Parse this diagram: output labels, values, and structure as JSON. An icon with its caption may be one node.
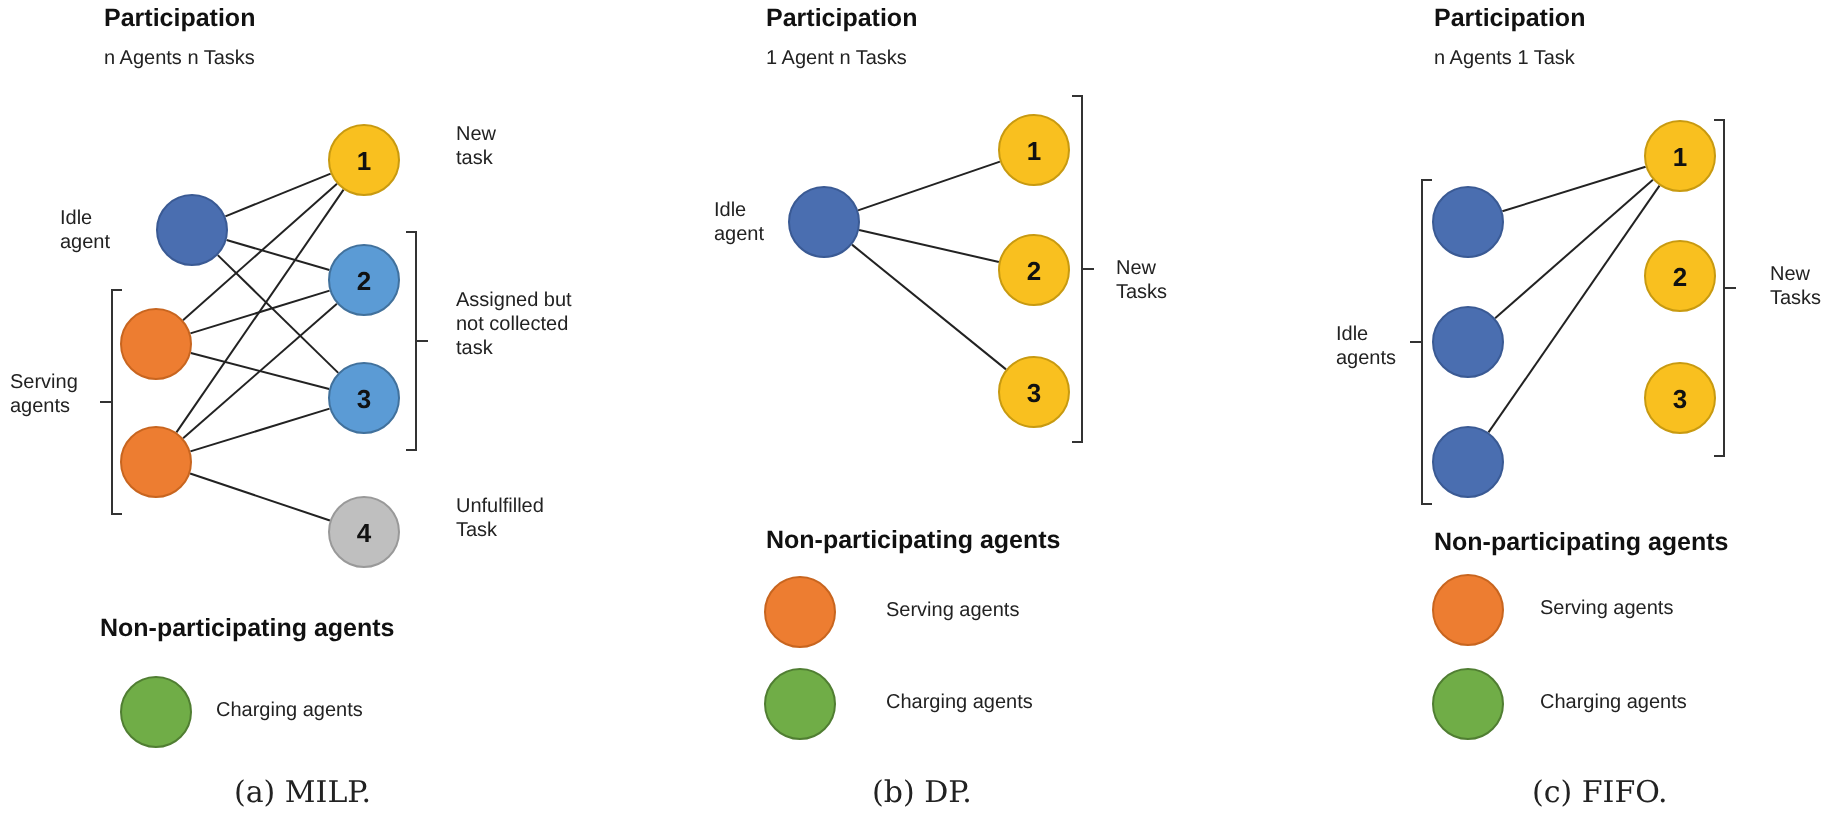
{
  "diagram": {
    "nodes": [
      {
        "text": [],
        "shape": "circle",
        "beside": [
          "Idle agent"
        ]
      },
      {
        "text": [],
        "shape": "circle"
      },
      {
        "text": [],
        "shape": "circle"
      },
      {
        "text": [
          "1"
        ],
        "beside": [
          "New task"
        ]
      },
      {
        "text": [
          "2"
        ]
      },
      {
        "text": [
          "3"
        ]
      },
      {
        "text": [
          "4"
        ],
        "beside": [
          "Unfulfilled Task"
        ]
      },
      {
        "text": [],
        "shape": "circle",
        "beside": [
          "Charging agents"
        ]
      },
      {
        "text": [],
        "shape": "circle",
        "beside": [
          "Idle agent"
        ]
      },
      {
        "text": [
          "1"
        ]
      },
      {
        "text": [
          "2"
        ]
      },
      {
        "text": [
          "3"
        ]
      },
      {
        "text": [],
        "shape": "circle",
        "beside": [
          "Serving agents"
        ]
      },
      {
        "text": [],
        "shape": "circle",
        "beside": [
          "Charging agents"
        ]
      },
      {
        "text": [],
        "shape": "circle"
      },
      {
        "text": [],
        "shape": "circle"
      },
      {
        "text": [],
        "shape": "circle"
      },
      {
        "text": [
          "1"
        ]
      },
      {
        "text": [
          "2"
        ]
      },
      {
        "text": [
          "3"
        ]
      },
      {
        "text": [],
        "shape": "circle",
        "beside": [
          "Serving agents"
        ]
      },
      {
        "text": [],
        "shape": "circle",
        "beside": [
          "Charging agents"
        ]
      }
    ],
    "edges": [
      {
        "from": 0,
        "to": 3,
        "arrow": "none"
      },
      {
        "from": 0,
        "to": 4,
        "arrow": "none"
      },
      {
        "from": 0,
        "to": 5,
        "arrow": "none"
      },
      {
        "from": 1,
        "to": 3,
        "arrow": "none"
      },
      {
        "from": 1,
        "to": 4,
        "arrow": "none"
      },
      {
        "from": 1,
        "to": 5,
        "arrow": "none"
      },
      {
        "from": 2,
        "to": 3,
        "arrow": "none"
      },
      {
        "from": 2,
        "to": 4,
        "arrow": "none"
      },
      {
        "from": 2,
        "to": 5,
        "arrow": "none"
      },
      {
        "from": 2,
        "to": 6,
        "arrow": "none"
      },
      {
        "from": 8,
        "to": 9,
        "arrow": "none"
      },
      {
        "from": 8,
        "to": 10,
        "arrow": "none"
      },
      {
        "from": 8,
        "to": 11,
        "arrow": "none"
      },
      {
        "from": 14,
        "to": 17,
        "arrow": "none"
      },
      {
        "from": 15,
        "to": 17,
        "arrow": "none"
      },
      {
        "from": 16,
        "to": 17,
        "arrow": "none"
      }
    ],
    "labels": [
      "Participation",
      "n Agents n Tasks",
      "Serving agents",
      "Assigned but not collected task",
      "Non-participating agents",
      "(a) MILP.",
      "Participation",
      "1 Agent n Tasks",
      "New Tasks",
      "Non-participating agents",
      "(b) DP.",
      "Participation",
      "n Agents 1 Task",
      "Idle agents",
      "New Tasks",
      "Non-participating agents",
      "(c) FIFO."
    ]
  }
}
